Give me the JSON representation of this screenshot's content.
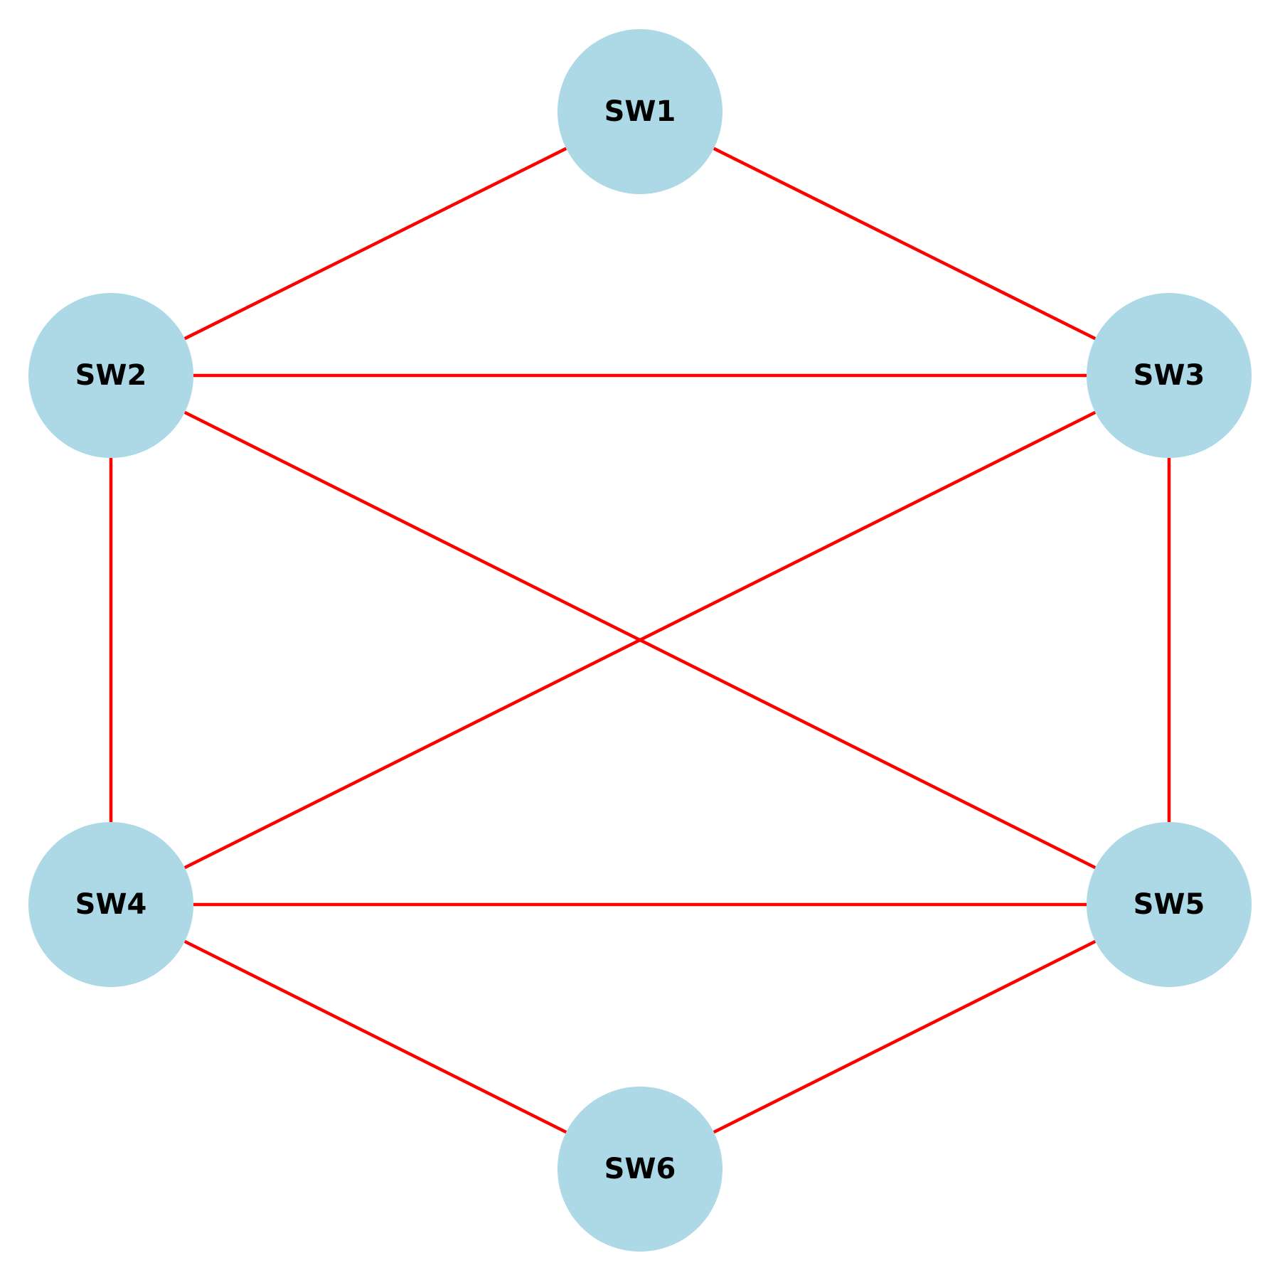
{
  "colors": {
    "background": "#ffffff",
    "node_fill": "#add8e6",
    "edge": "#ff0000",
    "label": "#000000"
  },
  "nodes": [
    {
      "id": "SW1",
      "label": "SW1"
    },
    {
      "id": "SW2",
      "label": "SW2"
    },
    {
      "id": "SW3",
      "label": "SW3"
    },
    {
      "id": "SW4",
      "label": "SW4"
    },
    {
      "id": "SW5",
      "label": "SW5"
    },
    {
      "id": "SW6",
      "label": "SW6"
    }
  ],
  "edges": [
    {
      "source": "SW1",
      "target": "SW2"
    },
    {
      "source": "SW1",
      "target": "SW3"
    },
    {
      "source": "SW2",
      "target": "SW3"
    },
    {
      "source": "SW2",
      "target": "SW4"
    },
    {
      "source": "SW2",
      "target": "SW5"
    },
    {
      "source": "SW3",
      "target": "SW4"
    },
    {
      "source": "SW3",
      "target": "SW5"
    },
    {
      "source": "SW4",
      "target": "SW5"
    },
    {
      "source": "SW4",
      "target": "SW6"
    },
    {
      "source": "SW5",
      "target": "SW6"
    }
  ]
}
